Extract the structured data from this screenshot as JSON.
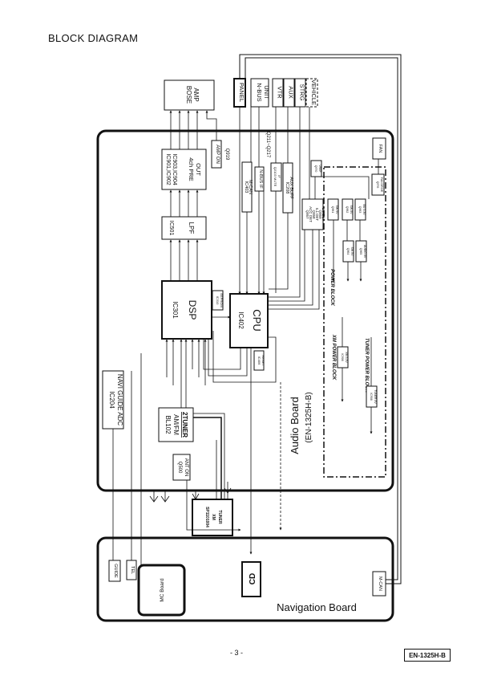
{
  "page": {
    "title": "BLOCK DIAGRAM",
    "page_number": "- 3 -",
    "doc_code": "EN-1325H-B"
  },
  "external": {
    "bose_amp": [
      "BOSE",
      "AMP"
    ],
    "panel": "PANEL",
    "nbus_unit": [
      "N-BUS",
      "UNIT"
    ],
    "vtr": "VTR",
    "aux": "AUX",
    "strg": "STRG",
    "vehicle": "VEHICLE"
  },
  "audio_board": {
    "title": "Audio Board",
    "code": "(EN-1325H-B)",
    "preout": [
      "IC901,IC902",
      "IC903,IC904",
      "4ch PRE",
      "OUT"
    ],
    "amp_on": "AMP ON",
    "q919": "Q919",
    "ic501": "IC501",
    "lpf": "LPF",
    "ic301": "IC301",
    "dsp": "DSP",
    "ic301_small": [
      "IC310",
      "EEPROM"
    ],
    "ic402": "IC402",
    "cpu": "CPU",
    "cpu_small": [
      "IC406",
      "RESET"
    ],
    "ic403_mcan": [
      "IC403",
      "M-CAN"
    ],
    "nbus_if": [
      "Q211~Q217",
      "N-BUS IF"
    ],
    "small_vert": [
      "Q2103 MUTE",
      "IF"
    ],
    "aux_buff": [
      "IC208",
      "AUX BUFF"
    ],
    "acc_det": [
      "Q957",
      "ACC DET",
      "Q958",
      "ILL DET",
      "Q959",
      "BU DET"
    ],
    "fan": "FAN",
    "ic204": [
      "IC204",
      "NAVI GUIDE ADC"
    ],
    "bl102": [
      "BL102",
      "AM/FM",
      "2TUNER"
    ],
    "q500": [
      "Q500",
      "ANT ON"
    ],
    "xm_tuner": [
      "SP1101004",
      "XM",
      "TUNER"
    ],
    "power_block": "POWER BLOCK",
    "xm_power_block": "XM POWER BLOCK",
    "xm_power_ic": [
      "IC906",
      "XM 3.3V"
    ],
    "tuner_power_block": "TUNER POWER BLOCK",
    "tuner_power_ic": [
      "IC908",
      "TUNER 8V"
    ],
    "fan_drive": [
      "Q976",
      "FAN DRIVE"
    ],
    "pb_small": [
      [
        "Q961",
        "SW 5V"
      ],
      [
        "Q962",
        "SW 8V"
      ],
      [
        "Q963",
        "BU 3.3V"
      ],
      [
        "Q964",
        "SW 5V"
      ],
      [
        "Q965",
        "AUDIO 8V"
      ]
    ],
    "vref": [
      "Q970",
      "VREF"
    ]
  },
  "nav_board": {
    "title": "Navigation Board",
    "guide": "GUIDE",
    "tel": "TEL",
    "mc_board": "MC Board",
    "cd": "CD",
    "mcan": "M-CAN"
  }
}
